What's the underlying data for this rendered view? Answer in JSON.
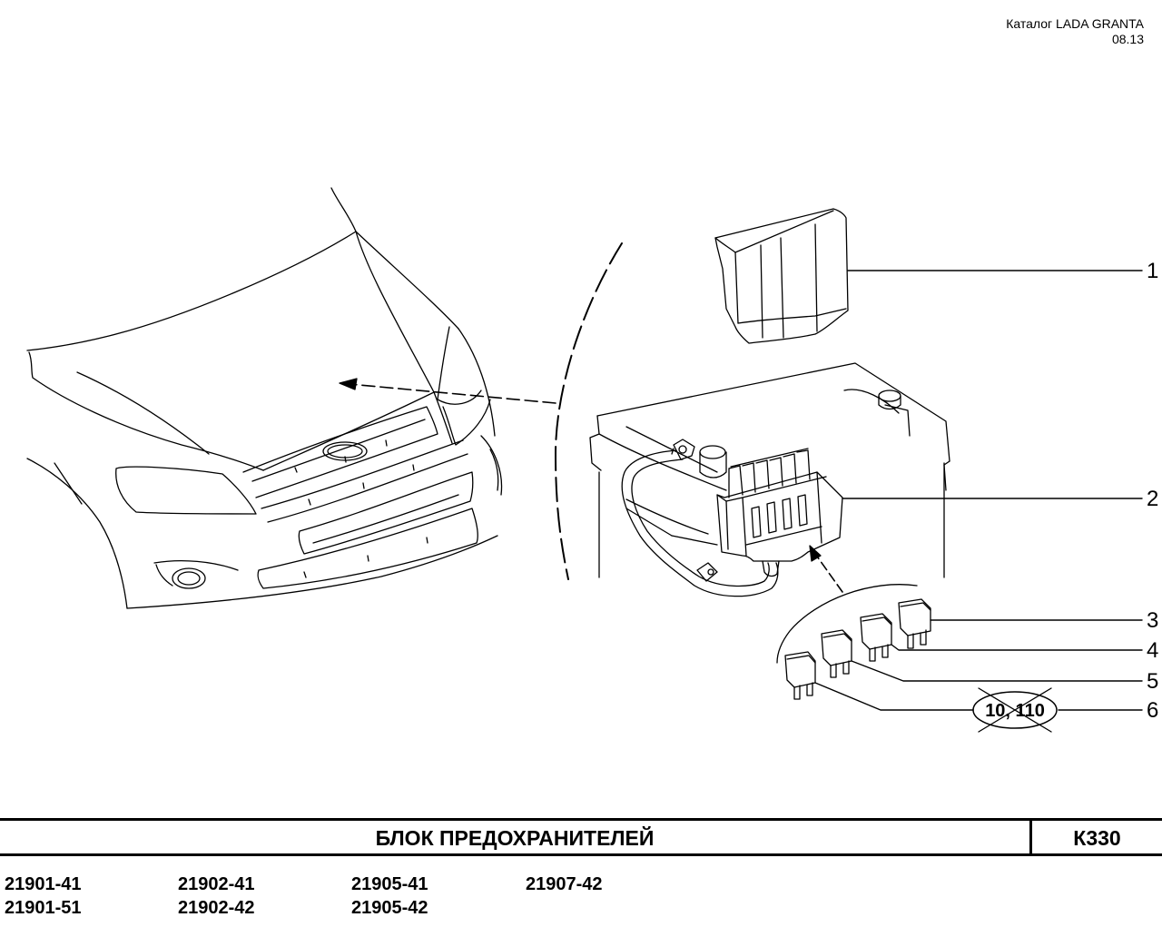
{
  "header": {
    "catalog": "Каталог  LADA GRANTA",
    "date": "08.13"
  },
  "callouts": [
    "1",
    "2",
    "3",
    "4",
    "5",
    "6"
  ],
  "note": "10, 110",
  "title_block": {
    "title": "БЛОК  ПРЕДОХРАНИТЕЛЕЙ",
    "code": "К330"
  },
  "models": [
    [
      "21901-41",
      "21901-51"
    ],
    [
      "21902-41",
      "21902-42"
    ],
    [
      "21905-41",
      "21905-42"
    ],
    [
      "21907-42"
    ]
  ]
}
